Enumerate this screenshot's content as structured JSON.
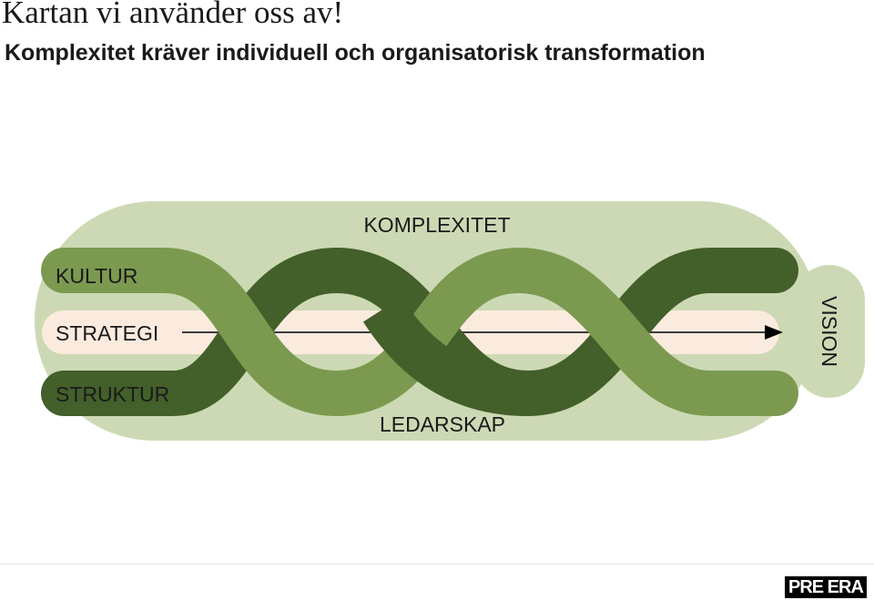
{
  "title": "Kartan vi använder oss av!",
  "subtitle": "Komplexitet kräver individuell och organisatorisk transformation",
  "diagram": {
    "top_label": "KOMPLEXITET",
    "bottom_label": "LEDARSKAP",
    "end_label": "VISION",
    "strands": {
      "kultur": "KULTUR",
      "strategi": "STRATEGI",
      "struktur": "STRUKTUR"
    },
    "colors": {
      "background_pill": "#cdd9b4",
      "light_strand": "#7b9a50",
      "dark_strand": "#435f2a",
      "strategy_band": "#fbebdf",
      "arrow": "#000000"
    }
  },
  "logo": "PRE ERA"
}
